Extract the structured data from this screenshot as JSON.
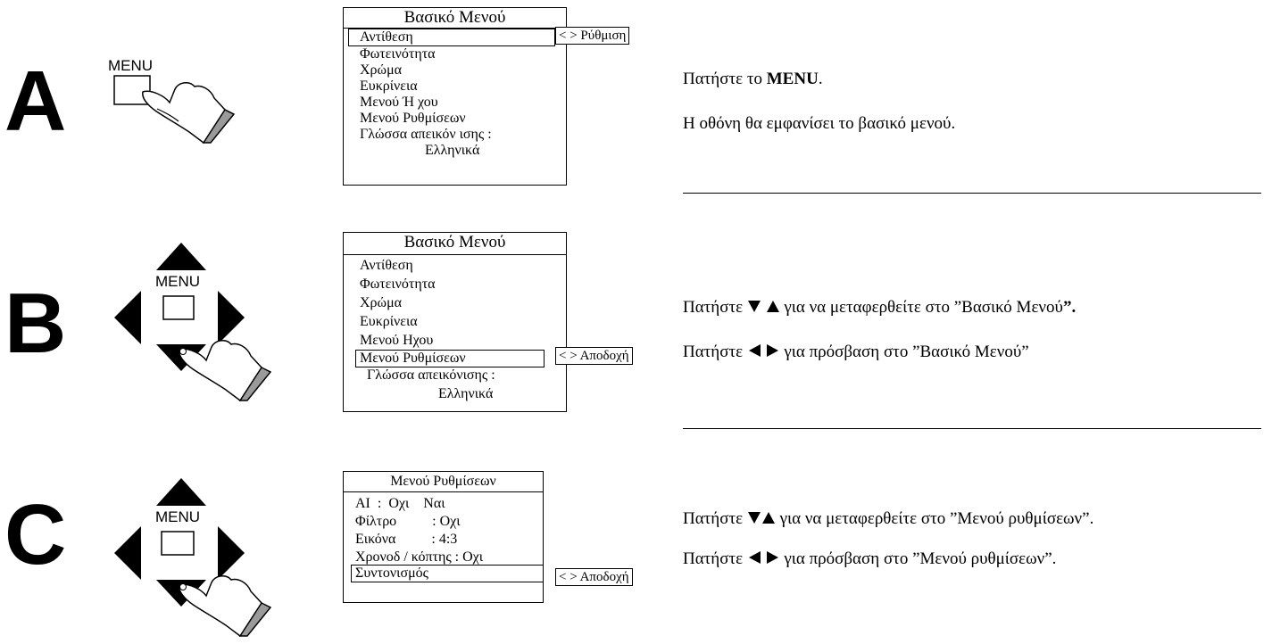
{
  "steps": [
    {
      "letter": "A",
      "key_label": "MENU",
      "osd": {
        "title": "Βασικό Μενού",
        "items": [
          "Αντίθεση",
          "Φωτεινότητα",
          "Χρώμα",
          "Ευκρίνεια",
          "Μενού Ή χου",
          "Μενού Ρυθμίσεων",
          "Γλώσσα απεικόν ισης :",
          "Ελληνικά"
        ],
        "hint": "< > Ρύθμιση"
      },
      "instructions": {
        "line1_pre": "Πατήστε το ",
        "line1_bold": "MENU",
        "line1_post": ".",
        "line2": "Η οθόνη θα εμφανίσει το βασικό μενού."
      }
    },
    {
      "letter": "B",
      "key_label": "MENU",
      "osd": {
        "title": "Βασικό Μενού",
        "items": [
          "Αντίθεση",
          "Φωτεινότητα",
          "Χρώμα",
          "Ευκρίνεια",
          "Μενού Ηχου",
          "Μενού Ρυθμίσεων",
          "Γλώσσα απεικόνισης :",
          "Ελληνικά"
        ],
        "hint": "< > Αποδοχή"
      },
      "instructions": {
        "line1_pre": "Πατήστε ",
        "line1_post": " για να μεταφερθείτε στο ”Βασικό Μενού",
        "line1_end": "”.",
        "line2_pre": "Πατήστε ",
        "line2_post": " για πρόσβαση στο ”Βασικό Μενού”"
      }
    },
    {
      "letter": "C",
      "key_label": "MENU",
      "osd": {
        "title": "Μενού Ρυθμίσεων",
        "items": [
          "AI  :  Οχι    Ναι",
          "Φίλτρο          : Οχι",
          "Εικόνα          : 4:3",
          "Χρονοδ / κόπτης : Οχι",
          "Συντονισμός"
        ],
        "hint": "< > Αποδοχή"
      },
      "instructions": {
        "line1_pre": "Πατήστε ",
        "line1_post": " για να μεταφερθείτε στο ”Μενού ρυθμίσεων”.",
        "line2_pre": "Πατήστε ",
        "line2_post": " για πρόσβαση στο ”Μενού ρυθμίσεων”."
      }
    }
  ]
}
